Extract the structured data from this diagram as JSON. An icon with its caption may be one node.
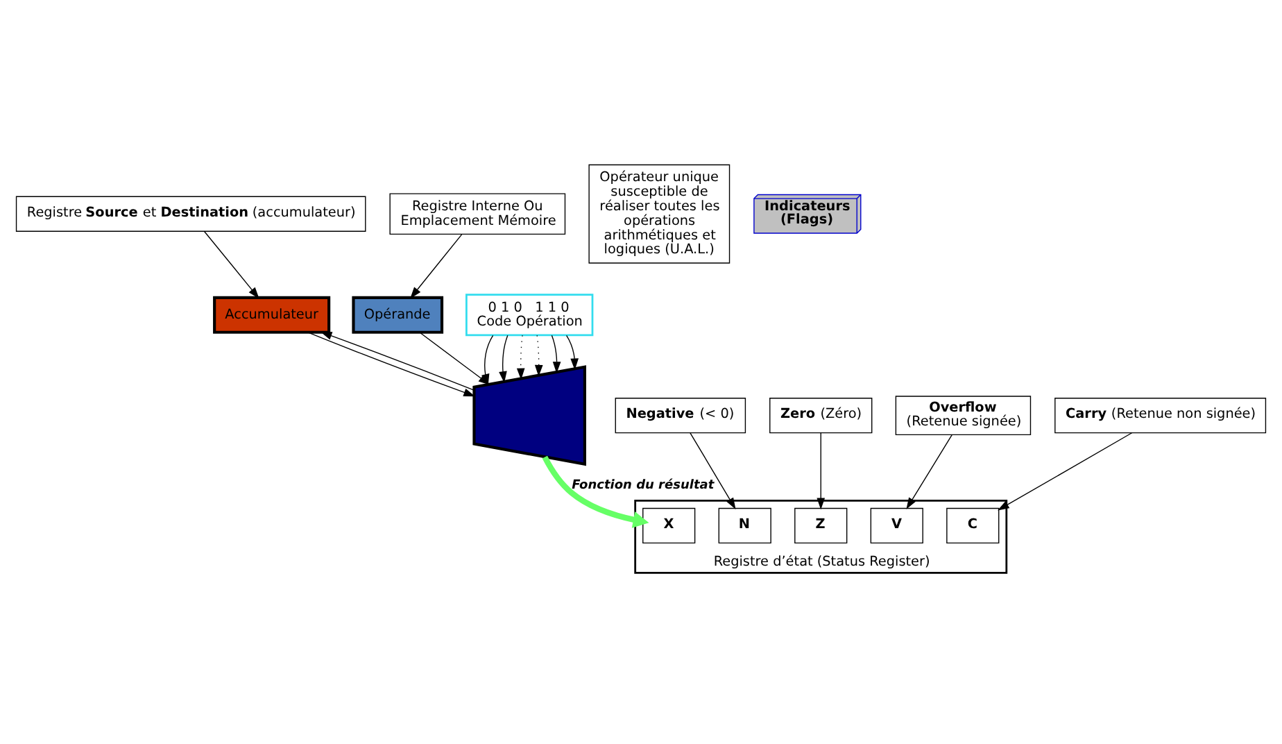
{
  "diagram": {
    "nodes": [
      {
        "text": [
          "Registre **Source** et **Destination** (accumulateur)"
        ]
      },
      {
        "text": [
          "Opérateur unique susceptible de réaliser toutes les opérations arithmétiques et logiques (U.A.L.)"
        ]
      },
      {
        "text": [
          "Accumulateur"
        ]
      },
      {
        "text": [],
        "shape": "polygon"
      },
      {
        "text": [
          "Registre d’état (Status Register)"
        ]
      },
      {
        "text": [
          "X"
        ],
        "in": 4
      },
      {
        "text": [
          "N"
        ],
        "in": 4
      },
      {
        "text": [
          "Z"
        ],
        "in": 4
      },
      {
        "text": [
          "V"
        ],
        "in": 4
      },
      {
        "text": [
          "C"
        ],
        "in": 4
      },
      {
        "text": [
          "Indicateurs (Flags)"
        ]
      },
      {
        "text": [
          "Opérande"
        ]
      },
      {
        "text": [
          "Registre Interne Ou Emplacement Mémoire"
        ]
      },
      {
        "text": [
          "0 1 0   1 1 0",
          "Code Opération"
        ]
      },
      {
        "text": [
          "**Negative** (< 0)"
        ]
      },
      {
        "text": [
          "**Zero** (Zéro)"
        ]
      },
      {
        "text": [
          "**Overflow** (Retenue signée)"
        ]
      },
      {
        "text": [
          "**Carry** (Retenue non signée)"
        ]
      }
    ],
    "edges": [
      {
        "from": 0,
        "to": 2,
        "arrow": "to"
      },
      {
        "from": 2,
        "to": 3,
        "arrow": "to"
      },
      {
        "from": 3,
        "to": 2,
        "arrow": "to"
      },
      {
        "from": 3,
        "to": 5,
        "arrow": "to",
        "label": "Fonction du résultat",
        "color": "#66ff66",
        "style": "thick"
      },
      {
        "from": 11,
        "to": 3,
        "arrow": "to"
      },
      {
        "from": 12,
        "to": 11,
        "arrow": "to"
      },
      {
        "from": 13,
        "to": 3,
        "arrow": "to"
      },
      {
        "from": 13,
        "to": 3,
        "arrow": "to"
      },
      {
        "from": 13,
        "to": 3,
        "arrow": "to",
        "style": "dashed"
      },
      {
        "from": 13,
        "to": 3,
        "arrow": "to",
        "style": "dashed"
      },
      {
        "from": 13,
        "to": 3,
        "arrow": "to"
      },
      {
        "from": 13,
        "to": 3,
        "arrow": "to"
      },
      {
        "from": 14,
        "to": 6,
        "arrow": "to"
      },
      {
        "from": 15,
        "to": 7,
        "arrow": "to"
      },
      {
        "from": 16,
        "to": 8,
        "arrow": "to"
      },
      {
        "from": 17,
        "to": 9,
        "arrow": "to"
      }
    ]
  }
}
